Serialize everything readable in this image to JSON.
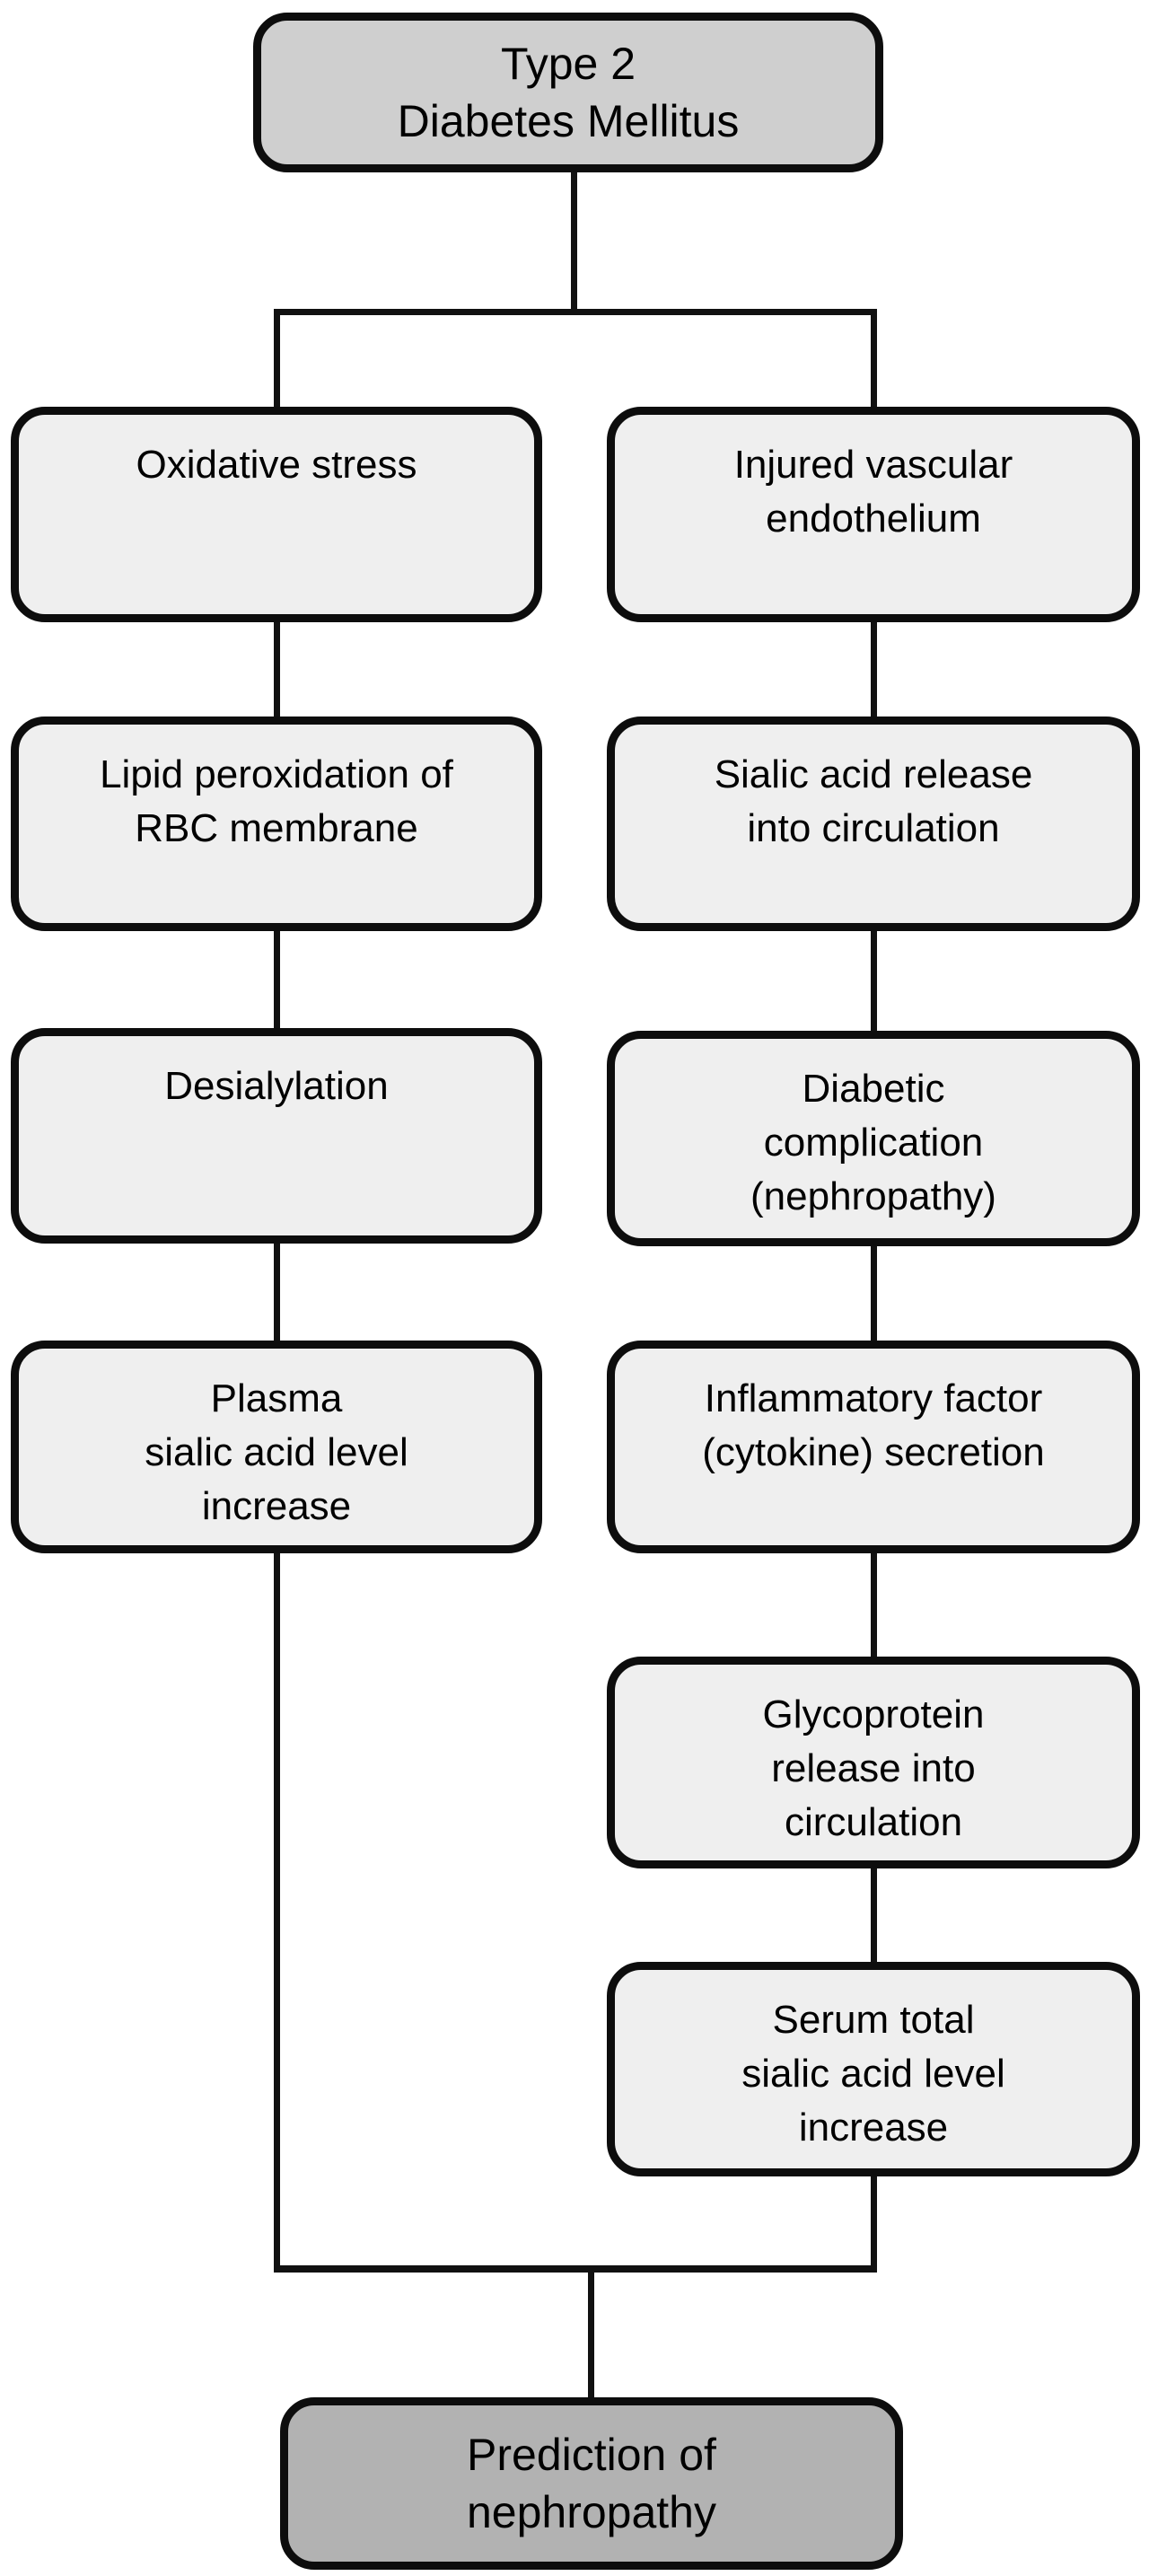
{
  "diagram": {
    "type": "flowchart",
    "title_node": {
      "label": "Type 2\nDiabetes Mellitus"
    },
    "left_column": [
      {
        "label": "Oxidative stress"
      },
      {
        "label": "Lipid peroxidation of\nRBC membrane"
      },
      {
        "label": "Desialylation"
      },
      {
        "label": "Plasma\nsialic acid level\nincrease"
      }
    ],
    "right_column": [
      {
        "label": "Injured vascular\nendothelium"
      },
      {
        "label": "Sialic acid release\ninto circulation"
      },
      {
        "label": "Diabetic\ncomplication\n(nephropathy)"
      },
      {
        "label": "Inflammatory factor\n(cytokine) secretion"
      },
      {
        "label": "Glycoprotein\nrelease into\ncirculation"
      },
      {
        "label": "Serum total\nsialic acid level\nincrease"
      }
    ],
    "end_node": {
      "label": "Prediction of\nnephropathy"
    },
    "edges": [
      "Type 2 Diabetes Mellitus -> Oxidative stress",
      "Type 2 Diabetes Mellitus -> Injured vascular endothelium",
      "Oxidative stress -> Lipid peroxidation of RBC membrane",
      "Lipid peroxidation of RBC membrane -> Desialylation",
      "Desialylation -> Plasma sialic acid level increase",
      "Injured vascular endothelium -> Sialic acid release into circulation",
      "Sialic acid release into circulation -> Diabetic complication (nephropathy)",
      "Diabetic complication (nephropathy) -> Inflammatory factor (cytokine) secretion",
      "Inflammatory factor (cytokine) secretion -> Glycoprotein release into circulation",
      "Glycoprotein release into circulation -> Serum total sialic acid level increase",
      "Plasma sialic acid level increase -> Prediction of nephropathy",
      "Serum total sialic acid level increase -> Prediction of nephropathy"
    ],
    "colors": {
      "background": "#ffffff",
      "node_fill": "#efefef",
      "start_fill": "#cfcfcf",
      "end_fill": "#b2b2b2",
      "border_color": "#0d0d0d",
      "line_color": "#111111",
      "text_color": "#000000"
    }
  }
}
